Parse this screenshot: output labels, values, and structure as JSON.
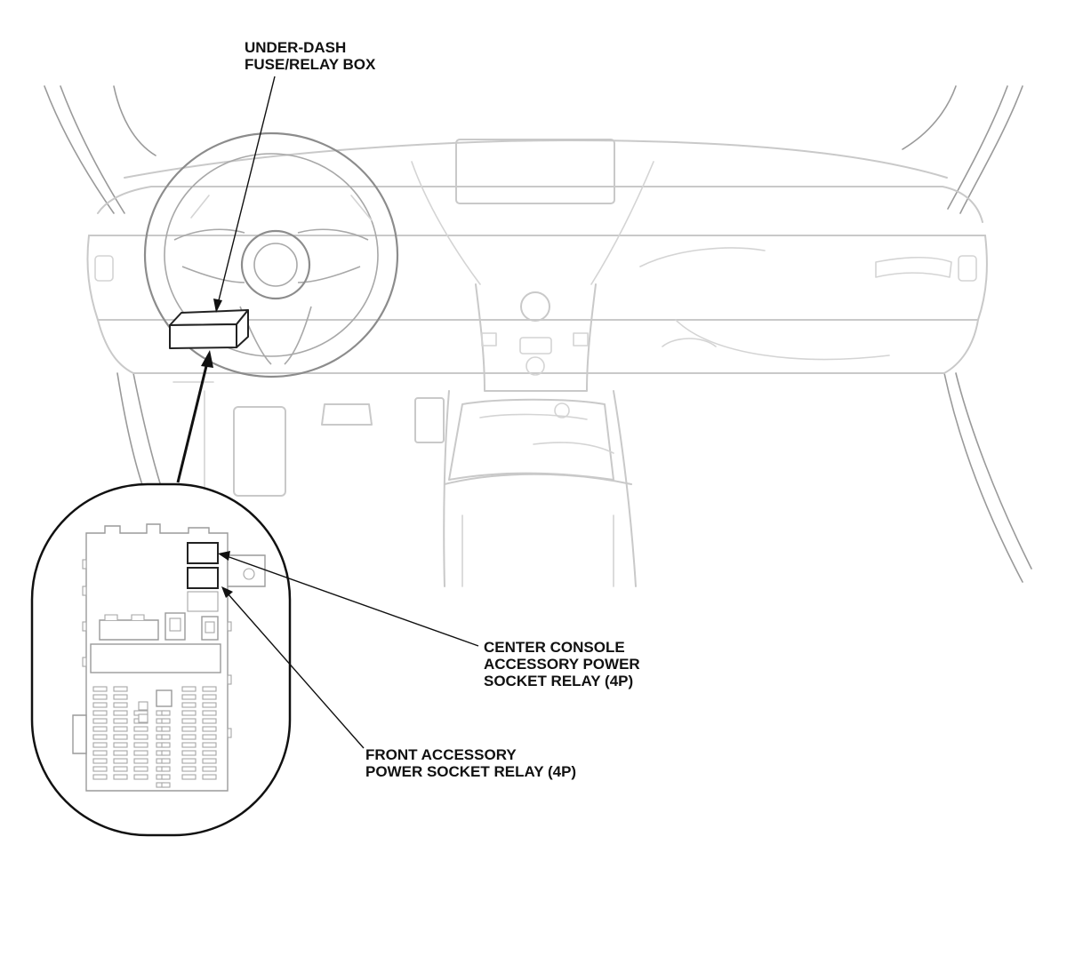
{
  "labels": {
    "under_dash": [
      "UNDER-DASH",
      "FUSE/RELAY BOX"
    ],
    "center_console_relay": [
      "CENTER CONSOLE",
      "ACCESSORY POWER",
      "SOCKET RELAY (4P)"
    ],
    "front_accessory_relay": [
      "FRONT ACCESSORY",
      "POWER SOCKET RELAY (4P)"
    ]
  },
  "colors": {
    "ink": "#111111",
    "outline_faint": "#c9c9c9",
    "outline_mid": "#8c8c8c"
  }
}
